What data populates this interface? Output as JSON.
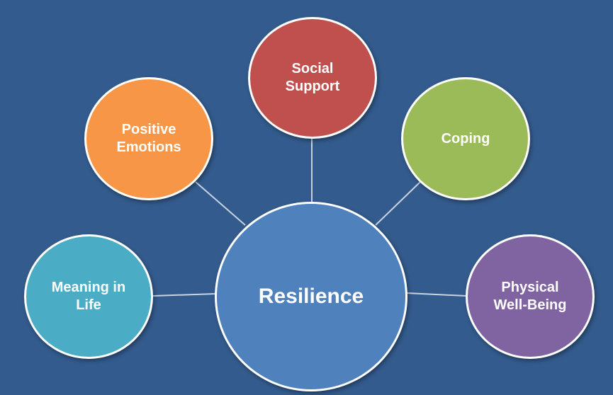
{
  "diagram": {
    "center": {
      "label": "Resilience",
      "color": "#4f81bd"
    },
    "nodes": [
      {
        "id": "social-support",
        "label": "Social\nSupport",
        "color": "#c0504d"
      },
      {
        "id": "positive-emotions",
        "label": "Positive\nEmotions",
        "color": "#f79646"
      },
      {
        "id": "coping",
        "label": "Coping",
        "color": "#9bbb59"
      },
      {
        "id": "meaning-in-life",
        "label": "Meaning in\nLife",
        "color": "#4bacc6"
      },
      {
        "id": "physical-well-being",
        "label": "Physical\nWell-Being",
        "color": "#8064a2"
      }
    ],
    "background": "#335b8d",
    "connector_color": "#c9d3e0"
  }
}
